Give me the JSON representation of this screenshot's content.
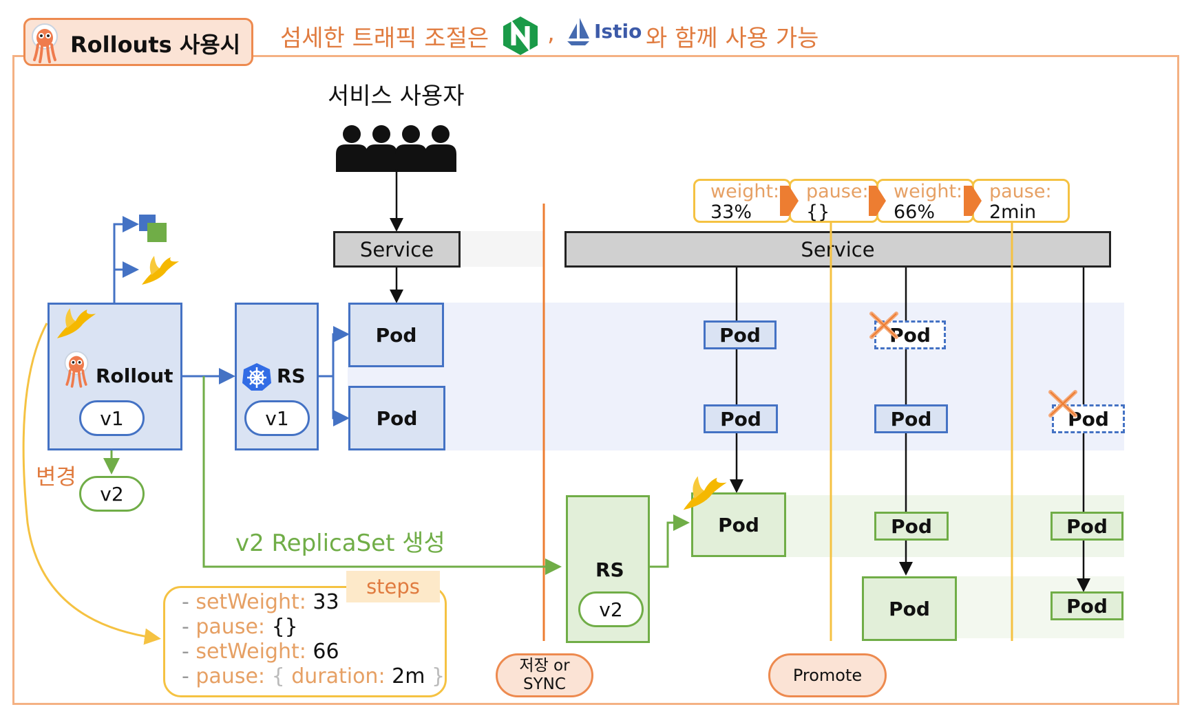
{
  "title": "Rollouts 사용시",
  "headline": {
    "prefix": "섬세한 트래픽 조절은",
    "separator": ",",
    "istio_label": "Istio",
    "suffix": "와 함께 사용 가능",
    "nginx_icon": "nginx-logo-icon",
    "istio_icon": "istio-sail-icon"
  },
  "users_label": "서비스 사용자",
  "service_label": "Service",
  "pod_label": "Pod",
  "rollout": {
    "label": "Rollout",
    "version_current": "v1",
    "version_next": "v2",
    "change_label": "변경"
  },
  "replicaset": {
    "label": "RS",
    "version_v1": "v1",
    "version_v2": "v2"
  },
  "create_label": "v2 ReplicaSet 생성",
  "steps": {
    "tag": "steps",
    "lines": [
      {
        "key": "setWeight",
        "value": "33"
      },
      {
        "key": "pause",
        "value": "{}"
      },
      {
        "key": "setWeight",
        "value": "66"
      },
      {
        "key": "pause",
        "value_open": "{",
        "value_key": "duration",
        "value": "2m",
        "value_close": "}"
      }
    ]
  },
  "step_chips": [
    {
      "key": "weight:",
      "value": "33%"
    },
    {
      "key": "pause:",
      "value": "{}"
    },
    {
      "key": "weight:",
      "value": "66%"
    },
    {
      "key": "pause:",
      "value": "2min"
    }
  ],
  "buttons": {
    "save_sync_line1": "저장 or",
    "save_sync_line2": "SYNC",
    "promote": "Promote"
  },
  "colors": {
    "orange": "#ed8a4f",
    "yellow": "#f5c242",
    "blue": "#4472c4",
    "green": "#70ad47",
    "gray": "#d0d0d0"
  }
}
